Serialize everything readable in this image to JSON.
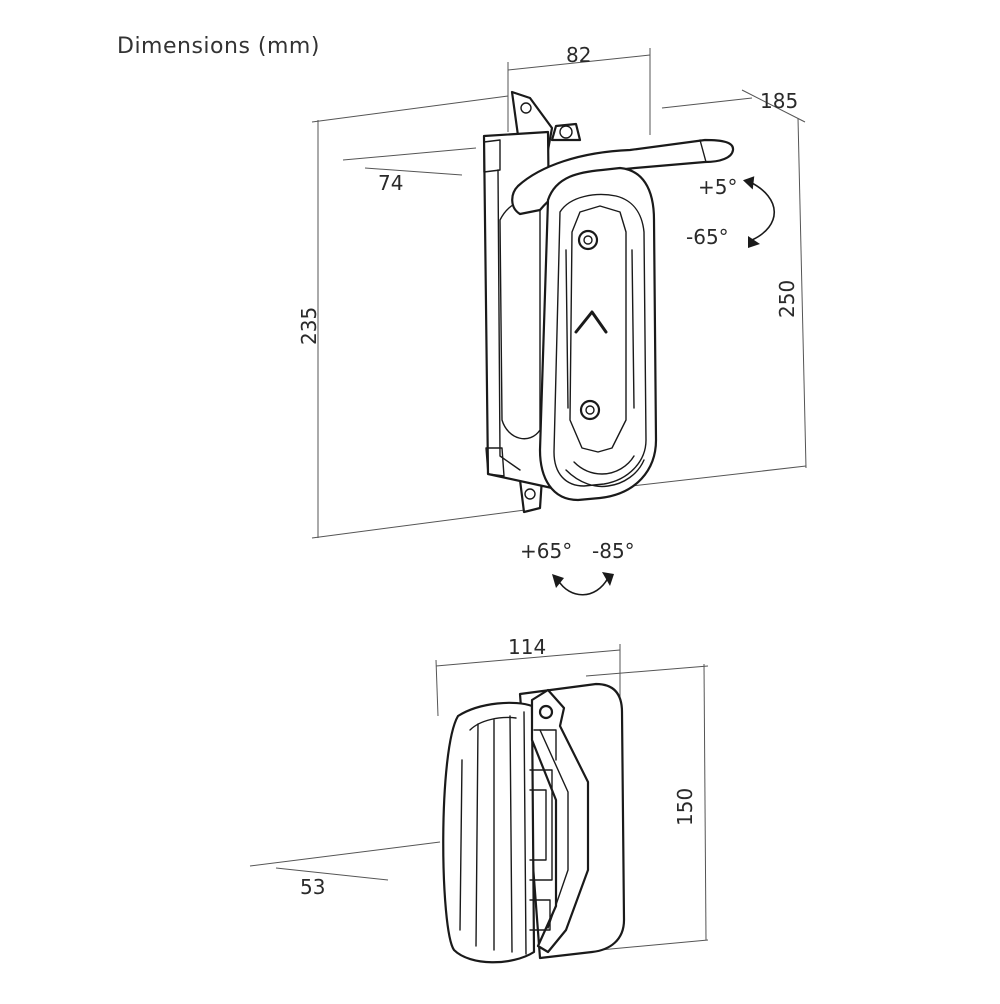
{
  "title": "Dimensions (mm)",
  "dimensions": {
    "top_width": "82",
    "top_depth": "185",
    "arm_depth": "74",
    "left_height": "235",
    "right_height": "250",
    "bottom_width": "114",
    "bottom_height": "150",
    "bottom_depth": "53"
  },
  "rotation": {
    "tilt_up": "+5°",
    "tilt_down": "-65°",
    "swivel_left": "+65°",
    "swivel_right": "-85°"
  }
}
